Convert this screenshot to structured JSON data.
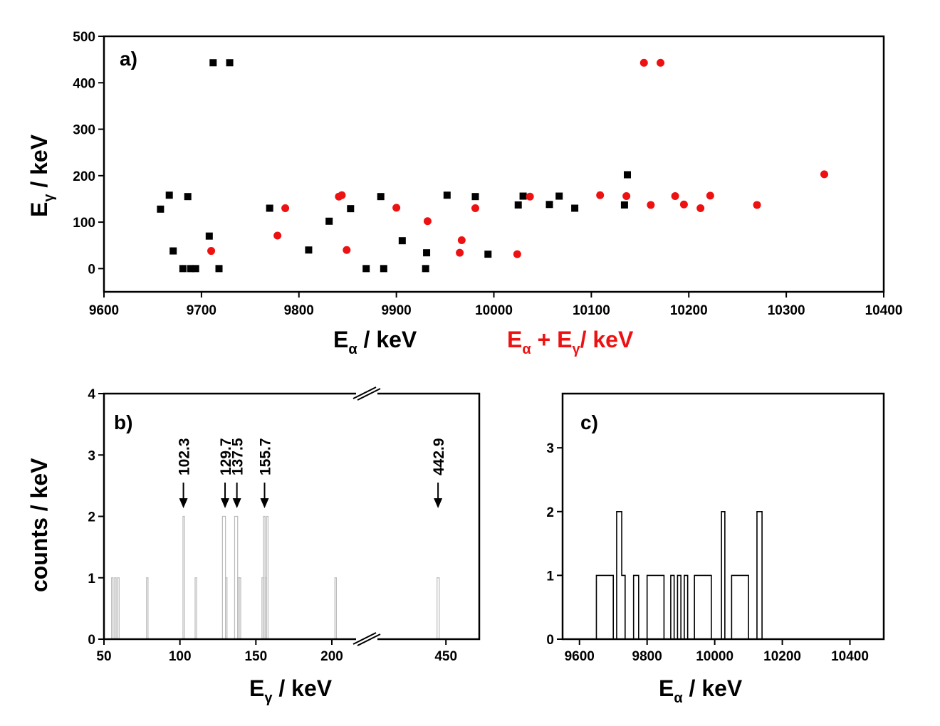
{
  "colors": {
    "series_alpha": "#000000",
    "series_sum": "#ee1111",
    "histogram_b": "#bbbbbb",
    "histogram_c": "#000000"
  },
  "chart_data": [
    {
      "type": "scatter",
      "panel_label": "a)",
      "xlabel": {
        "main": "E",
        "sub": "α",
        "rest": " / keV"
      },
      "xlabel_red": {
        "main1": "E",
        "sub1": "α",
        "mid": " + E",
        "sub2": "γ",
        "rest": "/ keV"
      },
      "ylabel": {
        "main": "E",
        "sub": "γ",
        "rest": " /  keV"
      },
      "xlim": [
        9600,
        10400
      ],
      "ylim": [
        -50,
        500
      ],
      "xticks": [
        "9600",
        "9700",
        "9800",
        "9900",
        "10000",
        "10100",
        "10200",
        "10300",
        "10400"
      ],
      "yticks": [
        "0",
        "100",
        "200",
        "300",
        "400",
        "500"
      ],
      "series": [
        {
          "marker": "square",
          "color": "#000000",
          "points": [
            [
              9658,
              128
            ],
            [
              9667,
              158
            ],
            [
              9671,
              38
            ],
            [
              9681,
              0
            ],
            [
              9686,
              155
            ],
            [
              9689,
              0
            ],
            [
              9694,
              0
            ],
            [
              9708,
              70
            ],
            [
              9712,
              443
            ],
            [
              9718,
              0
            ],
            [
              9729,
              443
            ],
            [
              9770,
              130
            ],
            [
              9810,
              40
            ],
            [
              9831,
              102
            ],
            [
              9853,
              129
            ],
            [
              9869,
              0
            ],
            [
              9884,
              155
            ],
            [
              9887,
              0
            ],
            [
              9906,
              60
            ],
            [
              9930,
              0
            ],
            [
              9931,
              34
            ],
            [
              9952,
              158
            ],
            [
              9981,
              155
            ],
            [
              9994,
              31
            ],
            [
              10025,
              137
            ],
            [
              10030,
              156
            ],
            [
              10057,
              138
            ],
            [
              10067,
              156
            ],
            [
              10083,
              130
            ],
            [
              10134,
              137
            ],
            [
              10137,
              202
            ]
          ]
        },
        {
          "marker": "circle",
          "color": "#ee1111",
          "points": [
            [
              9710,
              38
            ],
            [
              9778,
              71
            ],
            [
              9786,
              130
            ],
            [
              9841,
              155
            ],
            [
              9844,
              158
            ],
            [
              9849,
              40
            ],
            [
              9900,
              131
            ],
            [
              9932,
              102
            ],
            [
              9965,
              34
            ],
            [
              9967,
              61
            ],
            [
              9981,
              130
            ],
            [
              10024,
              31
            ],
            [
              10037,
              155
            ],
            [
              10109,
              158
            ],
            [
              10136,
              156
            ],
            [
              10154,
              443
            ],
            [
              10161,
              137
            ],
            [
              10171,
              443
            ],
            [
              10186,
              156
            ],
            [
              10195,
              138
            ],
            [
              10212,
              130
            ],
            [
              10222,
              157
            ],
            [
              10270,
              137
            ],
            [
              10339,
              203
            ]
          ]
        }
      ]
    },
    {
      "type": "histogram",
      "panel_label": "b)",
      "xlabel": {
        "main": "E",
        "sub": "γ",
        "rest": " / keV"
      },
      "ylabel": "counts / keV",
      "ylim": [
        0,
        4
      ],
      "xlim_left_segment": [
        50,
        215
      ],
      "xlim_right_segment": [
        380,
        480
      ],
      "xticks": [
        "50",
        "100",
        "150",
        "200",
        "450"
      ],
      "yticks": [
        "0",
        "1",
        "2",
        "3",
        "4"
      ],
      "bins": [
        [
          55,
          56,
          1
        ],
        [
          57,
          58,
          1
        ],
        [
          59,
          60,
          1
        ],
        [
          78,
          79,
          1
        ],
        [
          102,
          103,
          2
        ],
        [
          110,
          111,
          1
        ],
        [
          128,
          130,
          2
        ],
        [
          130,
          131,
          1
        ],
        [
          136,
          138,
          2
        ],
        [
          138,
          139,
          1
        ],
        [
          139,
          140,
          1
        ],
        [
          154,
          155,
          1
        ],
        [
          155,
          156,
          2
        ],
        [
          156,
          157,
          1
        ],
        [
          157,
          158,
          2
        ],
        [
          202,
          203,
          1
        ],
        [
          442,
          444,
          1
        ]
      ],
      "annotations": [
        {
          "label": "102.3",
          "x": 102.3
        },
        {
          "label": "129.7",
          "x": 129.7
        },
        {
          "label": "137.5",
          "x": 137.5
        },
        {
          "label": "155.7",
          "x": 155.7
        },
        {
          "label": "442.9",
          "x": 442.9
        }
      ]
    },
    {
      "type": "histogram",
      "panel_label": "c)",
      "xlabel": {
        "main": "E",
        "sub": "α",
        "rest": " / keV"
      },
      "xlim": [
        9550,
        10500
      ],
      "ylim": [
        0,
        3.85
      ],
      "xticks": [
        "9600",
        "9800",
        "10000",
        "10200",
        "10400"
      ],
      "yticks": [
        "0",
        "1",
        "2",
        "3"
      ],
      "bins": [
        [
          9650,
          9700,
          1
        ],
        [
          9700,
          9710,
          0
        ],
        [
          9710,
          9725,
          2
        ],
        [
          9725,
          9735,
          1
        ],
        [
          9735,
          9745,
          0
        ],
        [
          9745,
          9760,
          0
        ],
        [
          9760,
          9775,
          1
        ],
        [
          9775,
          9800,
          0
        ],
        [
          9800,
          9850,
          1
        ],
        [
          9850,
          9870,
          0
        ],
        [
          9870,
          9880,
          1
        ],
        [
          9880,
          9890,
          0
        ],
        [
          9890,
          9900,
          1
        ],
        [
          9900,
          9910,
          0
        ],
        [
          9910,
          9920,
          1
        ],
        [
          9920,
          9940,
          0
        ],
        [
          9940,
          9990,
          1
        ],
        [
          9990,
          10010,
          0
        ],
        [
          10010,
          10020,
          0
        ],
        [
          10020,
          10030,
          2
        ],
        [
          10030,
          10050,
          0
        ],
        [
          10050,
          10100,
          1
        ],
        [
          10100,
          10125,
          0
        ],
        [
          10125,
          10140,
          2
        ]
      ]
    }
  ]
}
